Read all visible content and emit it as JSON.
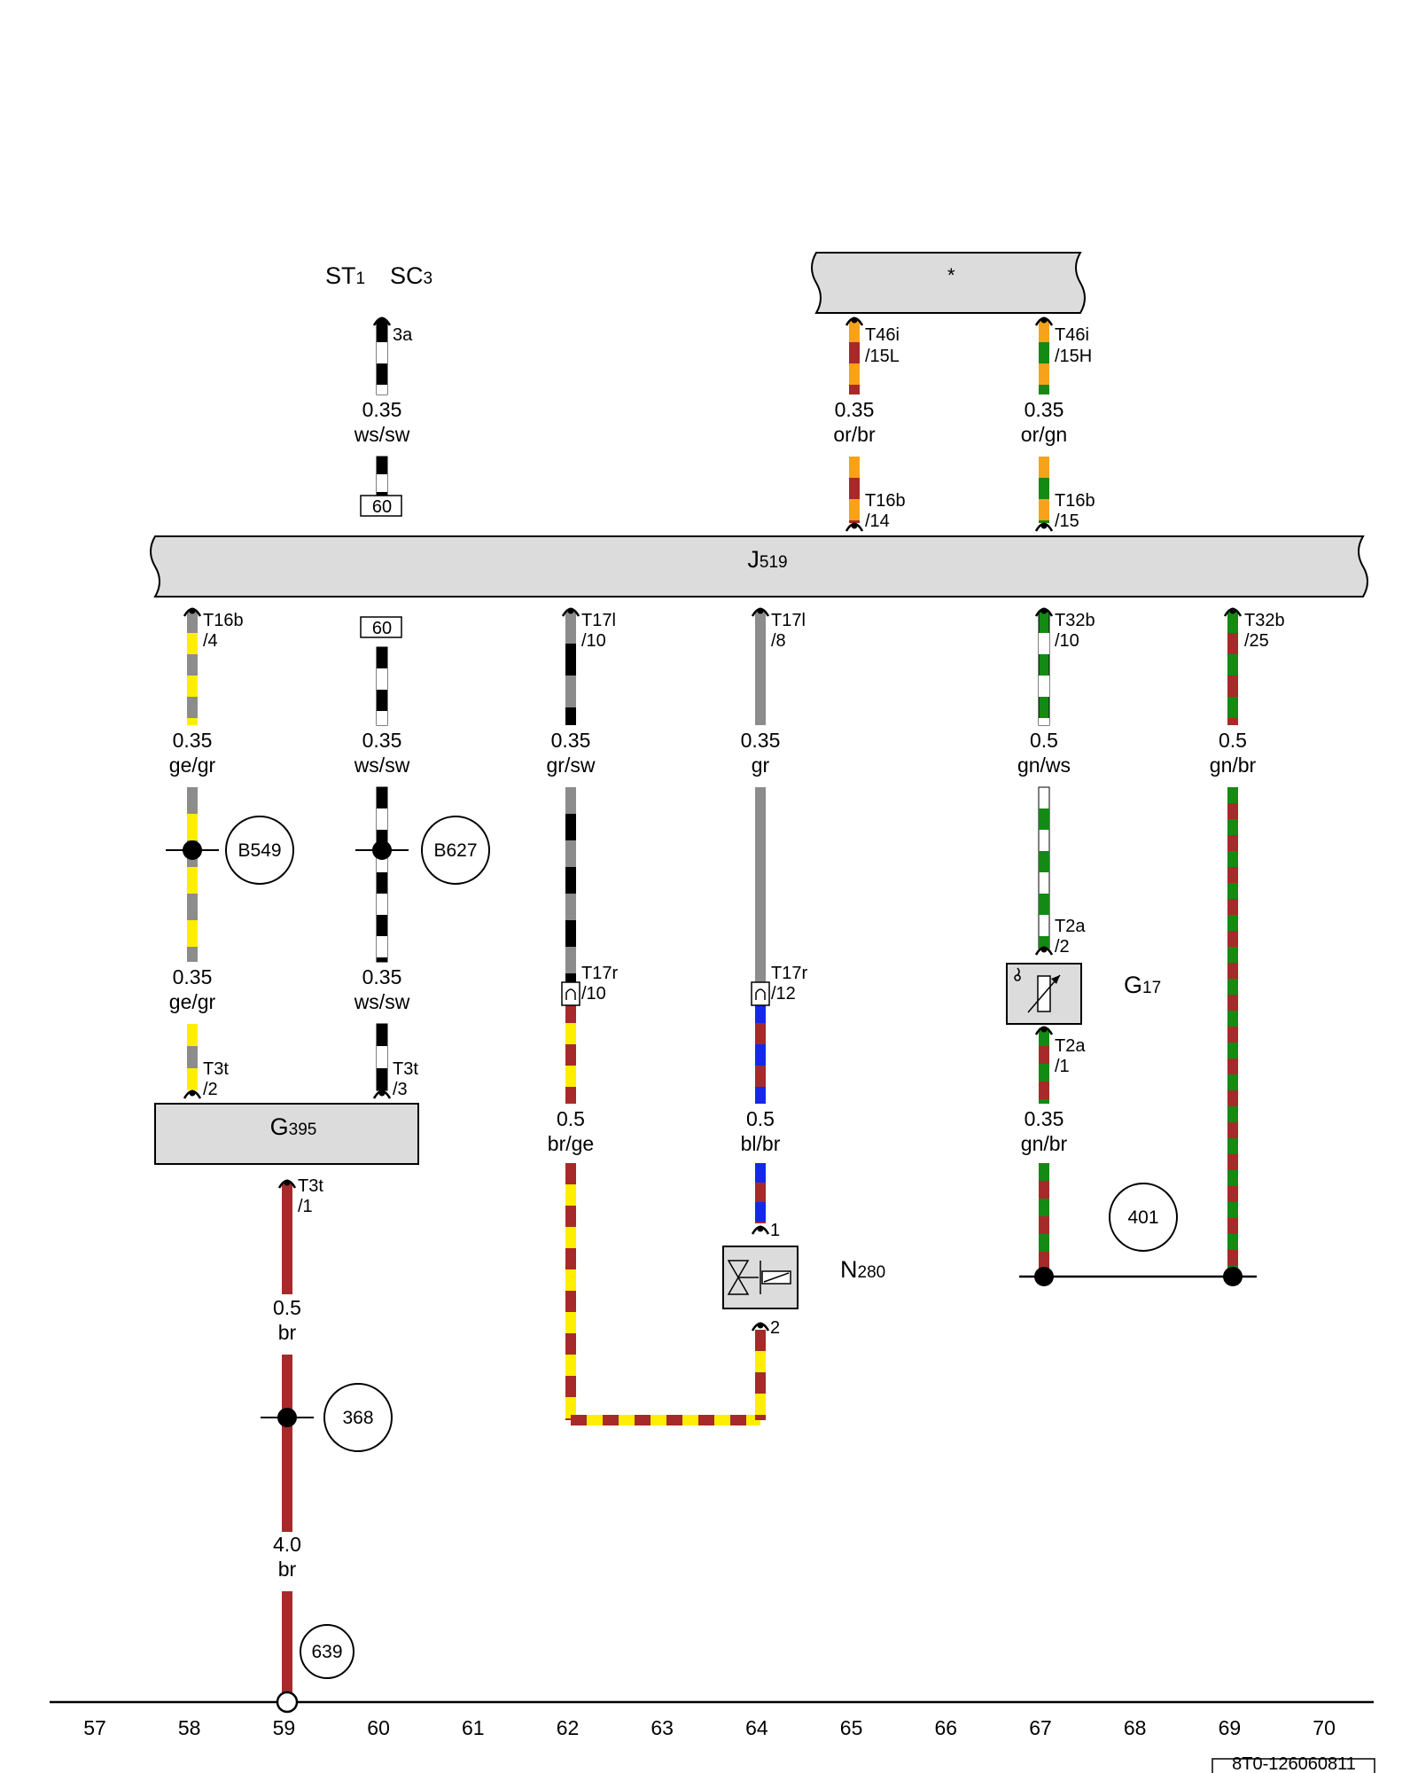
{
  "title": "",
  "document_id": "8T0-126060811",
  "top": {
    "st_prefix": "ST",
    "st_sub": "1",
    "sc_prefix": "SC",
    "sc_sub": "3",
    "fuse_pin": "3a",
    "unit_box_label": "*"
  },
  "modules": {
    "j519": {
      "prefix": "J",
      "sub": "519"
    },
    "g395": {
      "prefix": "G",
      "sub": "395"
    },
    "g17": {
      "prefix": "G",
      "sub": "17"
    },
    "n280": {
      "prefix": "N",
      "sub": "280"
    }
  },
  "connectors": {
    "t46i_15l": {
      "name": "T46i",
      "pin": "/15L"
    },
    "t46i_15h": {
      "name": "T46i",
      "pin": "/15H"
    },
    "t16b_14": {
      "name": "T16b",
      "pin": "/14"
    },
    "t16b_15": {
      "name": "T16b",
      "pin": "/15"
    },
    "t16b_4": {
      "name": "T16b",
      "pin": "/4"
    },
    "t17l_10": {
      "name": "T17l",
      "pin": "/10"
    },
    "t17l_8": {
      "name": "T17l",
      "pin": "/8"
    },
    "t32b_10": {
      "name": "T32b",
      "pin": "/10"
    },
    "t32b_25": {
      "name": "T32b",
      "pin": "/25"
    },
    "t17r_10": {
      "name": "T17r",
      "pin": "/10"
    },
    "t17r_12": {
      "name": "T17r",
      "pin": "/12"
    },
    "t2a_2": {
      "name": "T2a",
      "pin": "/2"
    },
    "t2a_1": {
      "name": "T2a",
      "pin": "/1"
    },
    "t3t_2": {
      "name": "T3t",
      "pin": "/2"
    },
    "t3t_3": {
      "name": "T3t",
      "pin": "/3"
    },
    "t3t_1": {
      "name": "T3t",
      "pin": "/1"
    },
    "n280_pin1": "1",
    "n280_pin2": "2"
  },
  "wire_labels": {
    "w_top60": {
      "size": "0.35",
      "color": "ws/sw"
    },
    "w_orbr": {
      "size": "0.35",
      "color": "or/br"
    },
    "w_orgn": {
      "size": "0.35",
      "color": "or/gn"
    },
    "w_gegr_a": {
      "size": "0.35",
      "color": "ge/gr"
    },
    "w_wssw_a": {
      "size": "0.35",
      "color": "ws/sw"
    },
    "w_grsw": {
      "size": "0.35",
      "color": "gr/sw"
    },
    "w_gr": {
      "size": "0.35",
      "color": "gr"
    },
    "w_gnws": {
      "size": "0.5",
      "color": "gn/ws"
    },
    "w_gnbr_a": {
      "size": "0.5",
      "color": "gn/br"
    },
    "w_gegr_b": {
      "size": "0.35",
      "color": "ge/gr"
    },
    "w_wssw_b": {
      "size": "0.35",
      "color": "ws/sw"
    },
    "w_brge": {
      "size": "0.5",
      "color": "br/ge"
    },
    "w_blbr": {
      "size": "0.5",
      "color": "bl/br"
    },
    "w_gnbr_b": {
      "size": "0.35",
      "color": "gn/br"
    },
    "w_br_a": {
      "size": "0.5",
      "color": "br"
    },
    "w_br_b": {
      "size": "4.0",
      "color": "br"
    }
  },
  "links": {
    "top": "60",
    "bottom": "60"
  },
  "references": {
    "b549": "B549",
    "b627": "B627",
    "r368": "368",
    "r401": "401",
    "r639": "639"
  },
  "grid_numbers": [
    "57",
    "58",
    "59",
    "60",
    "61",
    "62",
    "63",
    "64",
    "65",
    "66",
    "67",
    "68",
    "69",
    "70"
  ],
  "wire_colors": {
    "br": "#a62a2a",
    "ge": "#ffee00",
    "gr": "#8c8c8c",
    "sw": "#000000",
    "ws": "#ffffff",
    "or": "#f7a21b",
    "gn": "#138a13",
    "bl": "#1428e6"
  },
  "component_fill": "#dcdcdc"
}
